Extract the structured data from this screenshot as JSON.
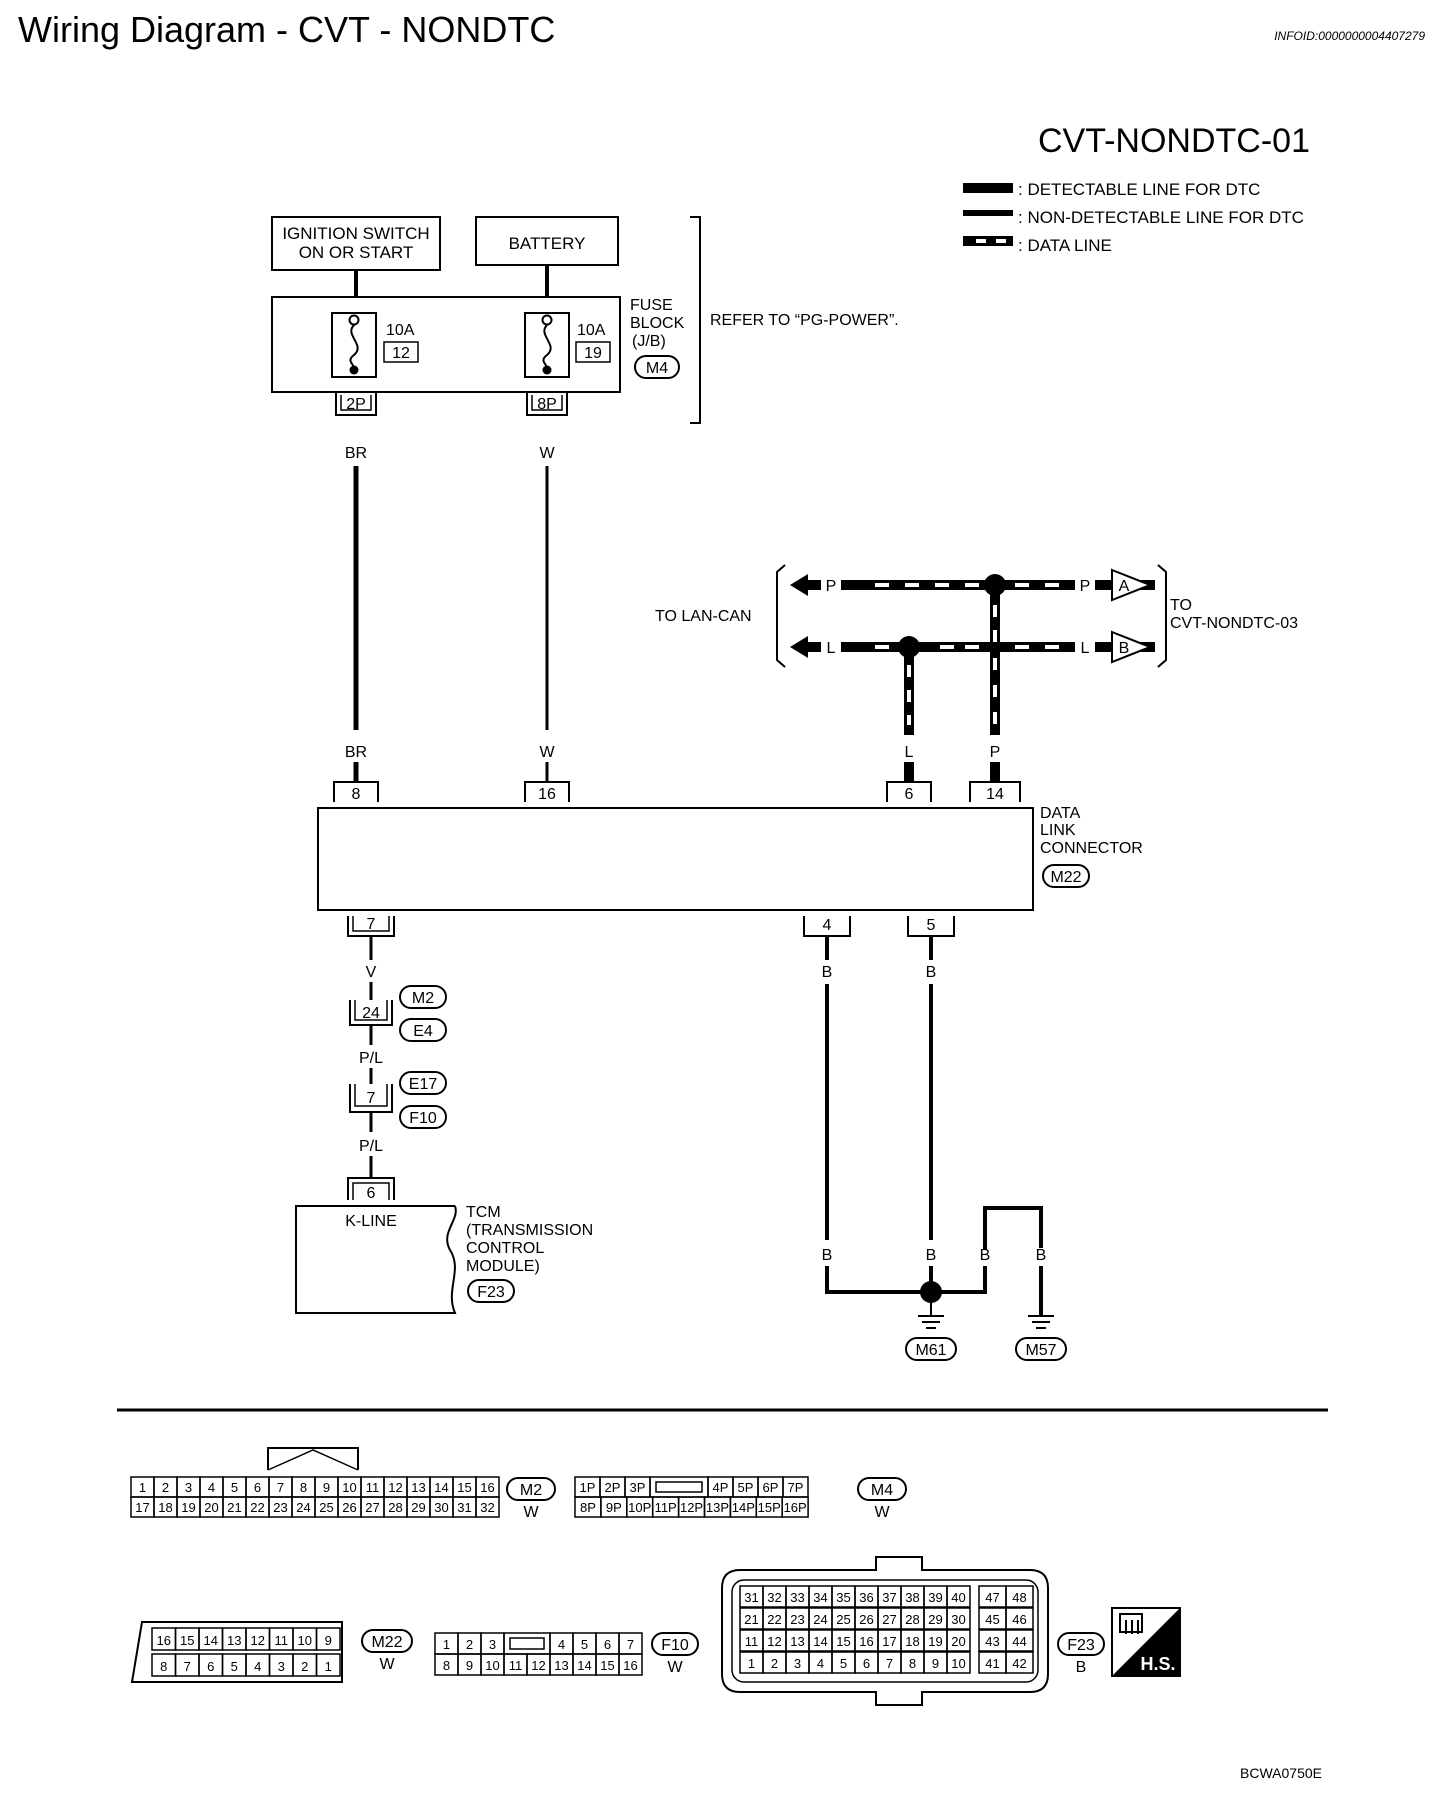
{
  "header": {
    "title": "Wiring Diagram - CVT - NONDTC",
    "info_id": "INFOID:0000000004407279"
  },
  "diagram": {
    "code": "CVT-NONDTC-01",
    "footer_code": "BCWA0750E",
    "legend": [
      {
        "label": ": DETECTABLE LINE FOR DTC",
        "style": "thick-solid"
      },
      {
        "label": ": NON-DETECTABLE LINE FOR DTC",
        "style": "solid"
      },
      {
        "label": ": DATA LINE",
        "style": "dashed"
      }
    ],
    "ignition_switch": {
      "line1": "IGNITION SWITCH",
      "line2": "ON OR START"
    },
    "battery": "BATTERY",
    "fuse_block": {
      "line1": "FUSE",
      "line2": "BLOCK",
      "line3": "(J/B)",
      "connector": "M4",
      "fuses": [
        {
          "rating": "10A",
          "number": "12",
          "terminal": "2P",
          "wire": "BR"
        },
        {
          "rating": "10A",
          "number": "19",
          "terminal": "8P",
          "wire": "W"
        }
      ],
      "refer": "REFER TO “PG-POWER”."
    },
    "can": {
      "to_lan_can": "TO LAN-CAN",
      "to_line1": "TO",
      "to_line2": "CVT-NONDTC-03",
      "wire_p": "P",
      "wire_l": "L",
      "flag_a": "A",
      "flag_b": "B"
    },
    "dlc": {
      "line1": "DATA",
      "line2": "LINK",
      "line3": "CONNECTOR",
      "connector": "M22",
      "top_pins": [
        {
          "pin": "8",
          "wire": "BR"
        },
        {
          "pin": "16",
          "wire": "W"
        },
        {
          "pin": "6",
          "wire": "L"
        },
        {
          "pin": "14",
          "wire": "P"
        }
      ],
      "bottom_pins": [
        {
          "pin": "7",
          "wire": "V"
        },
        {
          "pin": "4",
          "wire": "B"
        },
        {
          "pin": "5",
          "wire": "B"
        }
      ]
    },
    "joints": [
      {
        "pin": "24",
        "conn_top": "M2",
        "conn_bottom": "E4",
        "wire_out": "P/L"
      },
      {
        "pin": "7",
        "conn_top": "E17",
        "conn_bottom": "F10",
        "wire_out": "P/L"
      }
    ],
    "tcm": {
      "pin": "6",
      "k_line": "K-LINE",
      "line1": "TCM",
      "line2": "(TRANSMISSION",
      "line3": "CONTROL",
      "line4": "MODULE)",
      "connector": "F23"
    },
    "grounds": {
      "wires": [
        "B",
        "B",
        "B",
        "B"
      ],
      "g1": "M61",
      "g2": "M57"
    },
    "connector_views": {
      "m2": {
        "name": "M2",
        "color": "W",
        "row1": [
          "1",
          "2",
          "3",
          "4",
          "5",
          "6",
          "7",
          "8",
          "9",
          "10",
          "11",
          "12",
          "13",
          "14",
          "15",
          "16"
        ],
        "row2": [
          "17",
          "18",
          "19",
          "20",
          "21",
          "22",
          "23",
          "24",
          "25",
          "26",
          "27",
          "28",
          "29",
          "30",
          "31",
          "32"
        ]
      },
      "m4": {
        "name": "M4",
        "color": "W",
        "row1": [
          "1P",
          "2P",
          "3P",
          "",
          "4P",
          "5P",
          "6P",
          "7P"
        ],
        "row2": [
          "8P",
          "9P",
          "10P",
          "11P",
          "12P",
          "13P",
          "14P",
          "15P",
          "16P"
        ]
      },
      "m22": {
        "name": "M22",
        "color": "W",
        "row1": [
          "16",
          "15",
          "14",
          "13",
          "12",
          "11",
          "10",
          "9"
        ],
        "row2": [
          "8",
          "7",
          "6",
          "5",
          "4",
          "3",
          "2",
          "1"
        ]
      },
      "f10": {
        "name": "F10",
        "color": "W",
        "row1": [
          "1",
          "2",
          "3",
          "",
          "4",
          "5",
          "6",
          "7"
        ],
        "row2": [
          "8",
          "9",
          "10",
          "11",
          "12",
          "13",
          "14",
          "15",
          "16"
        ]
      },
      "f23": {
        "name": "F23",
        "color": "B",
        "row1": [
          "31",
          "32",
          "33",
          "34",
          "35",
          "36",
          "37",
          "38",
          "39",
          "40",
          "47",
          "48"
        ],
        "row2": [
          "21",
          "22",
          "23",
          "24",
          "25",
          "26",
          "27",
          "28",
          "29",
          "30",
          "45",
          "46"
        ],
        "row3": [
          "11",
          "12",
          "13",
          "14",
          "15",
          "16",
          "17",
          "18",
          "19",
          "20",
          "43",
          "44"
        ],
        "row4": [
          "1",
          "2",
          "3",
          "4",
          "5",
          "6",
          "7",
          "8",
          "9",
          "10",
          "41",
          "42"
        ]
      },
      "hs_label": "H.S."
    }
  }
}
